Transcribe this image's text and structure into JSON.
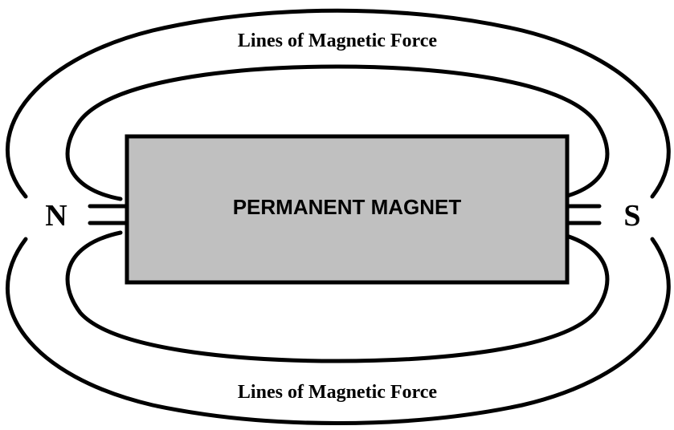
{
  "diagram": {
    "top_caption": "Lines of Magnetic Force",
    "bottom_caption": "Lines of Magnetic Force",
    "magnet_label": "PERMANENT MAGNET",
    "north_pole_label": "N",
    "south_pole_label": "S"
  },
  "colors": {
    "magnet_fill": "#c0c0c0",
    "line_color": "#000000",
    "background": "#ffffff"
  }
}
